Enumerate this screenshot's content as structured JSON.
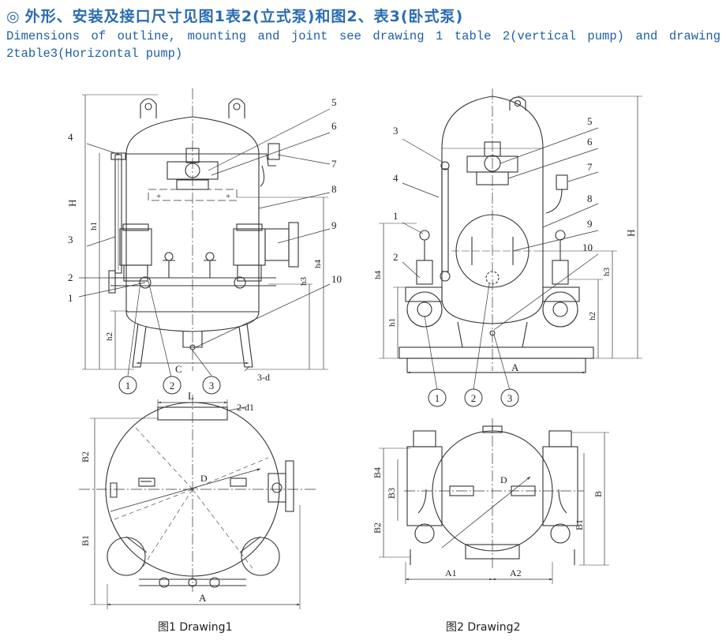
{
  "header": {
    "mark": "◎",
    "title": "外形、安装及接口尺寸见图1表2(立式泵)和图2、表3(卧式泵)",
    "subtitle": "Dimensions of outline, mounting and joint see drawing 1 table 2(vertical pump) and drawing 2table3(Horizontal pump)"
  },
  "drawing1": {
    "caption": "图1 Drawing1",
    "part_numbers": [
      "1",
      "2",
      "3",
      "4",
      "5",
      "6",
      "7",
      "8",
      "9",
      "10"
    ],
    "circled": [
      "1",
      "2",
      "3"
    ],
    "dims": {
      "H": "H",
      "h1": "h1",
      "h2": "h2",
      "h3": "h3",
      "h4": "h4",
      "C": "C",
      "d3": "3-d",
      "L": "L",
      "d1": "2-d1",
      "D": "D",
      "B1": "B1",
      "B2": "B2",
      "A": "A"
    }
  },
  "drawing2": {
    "caption": "图2 Drawing2",
    "part_numbers": [
      "1",
      "2",
      "3",
      "4",
      "5",
      "6",
      "7",
      "8",
      "9",
      "10"
    ],
    "circled": [
      "1",
      "2",
      "3"
    ],
    "dims": {
      "H": "H",
      "h1": "h1",
      "h2": "h2",
      "h3": "h3",
      "h4": "h4",
      "A": "A",
      "D": "D",
      "B": "B",
      "B1": "B1",
      "B2": "B2",
      "B3": "B3",
      "B4": "B4",
      "A1": "A1",
      "A2": "A2"
    }
  }
}
